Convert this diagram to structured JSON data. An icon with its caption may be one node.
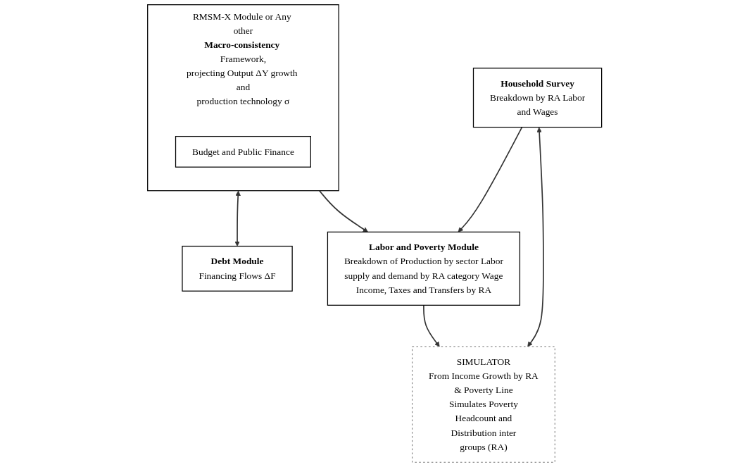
{
  "diagram": {
    "nodes": [
      {
        "text": [
          "RMSM-X Module or Any other **Macro-consistency** Framework, projecting Output ΔY growth and production technology σ"
        ]
      },
      {
        "text": [
          "Budget and  Public Finance"
        ],
        "in": 0
      },
      {
        "text": [
          "Debt Module",
          "Financing Flows ΔF"
        ]
      },
      {
        "text": [
          "Household Survey",
          "Breakdown by RA Labor and Wages"
        ]
      },
      {
        "text": [
          "Labor and Poverty Module",
          "Breakdown of Production by sector Labor supply and demand by RA category Wage Income, Taxes and Transfers by RA"
        ]
      },
      {
        "text": [
          "SIMULATOR",
          "From Income Growth by RA & Poverty Line",
          "Simulates Poverty Headcount and Distribution inter groups (RA)"
        ]
      }
    ],
    "edges": [
      {
        "from": 0,
        "to": 2,
        "arrow": "both"
      },
      {
        "from": 0,
        "to": 4,
        "arrow": "to"
      },
      {
        "from": 3,
        "to": 4,
        "arrow": "to"
      },
      {
        "from": 3,
        "to": 5,
        "arrow": "both"
      },
      {
        "from": 4,
        "to": 5,
        "arrow": "to"
      }
    ]
  }
}
